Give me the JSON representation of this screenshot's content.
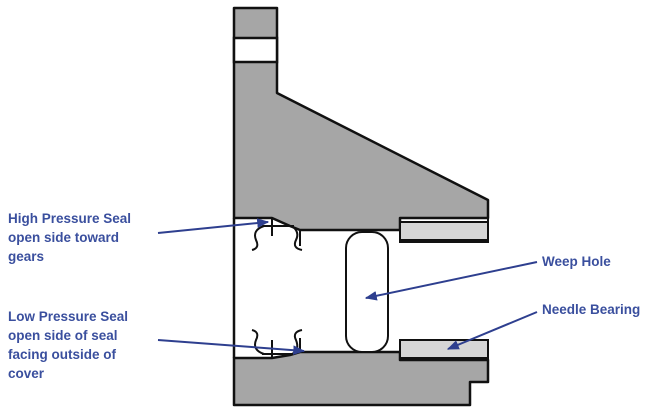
{
  "diagram": {
    "colors": {
      "housing_fill": "#a6a6a6",
      "outline": "#111111",
      "bearing_fill": "#d6d6d6",
      "leader": "#2e3f8f",
      "label_text": "#3a4f9e"
    },
    "labels": {
      "high_pressure_seal": [
        "High Pressure Seal",
        "open side toward",
        "gears"
      ],
      "low_pressure_seal": [
        "Low Pressure Seal",
        "open side of seal",
        "facing outside of",
        "cover"
      ],
      "weep_hole": "Weep Hole",
      "needle_bearing": "Needle Bearing"
    }
  }
}
